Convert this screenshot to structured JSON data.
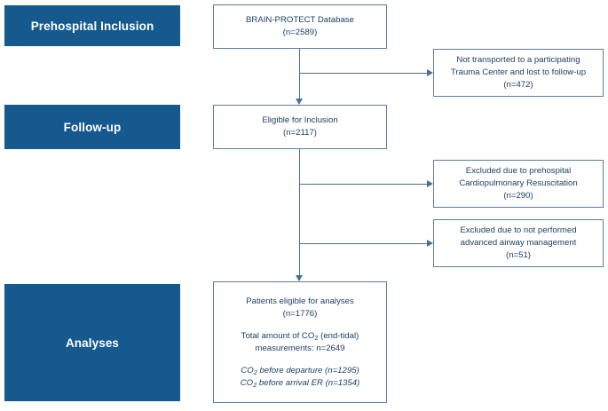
{
  "figure": {
    "type": "flowchart",
    "title": "BRAIN-PROTECT study inclusion flow diagram",
    "accent_color": "#15598f",
    "node_border_color": "#5b7d9e",
    "node_text_color": "#1f4061",
    "connector_color": "#4a6f92"
  },
  "stages": [
    {
      "id": "stage-prehospital",
      "label": "Prehospital Inclusion"
    },
    {
      "id": "stage-followup",
      "label": "Follow-up"
    },
    {
      "id": "stage-analyses",
      "label": "Analyses"
    }
  ],
  "main_nodes": [
    {
      "id": "node-database",
      "lines": [
        "BRAIN-PROTECT Database",
        "(n=2589)"
      ]
    },
    {
      "id": "node-eligible-inclusion",
      "lines": [
        "Eligible for Inclusion",
        "(n=2117)"
      ]
    }
  ],
  "analyses_node": {
    "id": "node-patients-eligible",
    "line1": "Patients eligible for analyses",
    "line2": "(n=1776)",
    "line3_prefix": "Total amount of CO",
    "line3_sub": "2",
    "line3_suffix": " (end-tidal)",
    "line4": "measurements: n=2649",
    "line5_prefix": "CO",
    "line5_sub": "2",
    "line5_suffix": " before departure (n=1295)",
    "line6_prefix": "CO",
    "line6_sub": "2",
    "line6_suffix": " before arrival ER (n=1354)"
  },
  "exclusion_nodes": [
    {
      "id": "node-not-transported",
      "lines": [
        "Not transported to a participating",
        "Trauma Center and lost to follow-up",
        "(n=472)"
      ]
    },
    {
      "id": "node-excluded-cpr",
      "lines": [
        "Excluded due to prehospital",
        "Cardiopulmonary Resuscitation",
        "(n=290)"
      ]
    },
    {
      "id": "node-excluded-airway",
      "lines": [
        "Excluded due to not performed",
        "advanced airway management",
        "(n=51)"
      ]
    }
  ]
}
